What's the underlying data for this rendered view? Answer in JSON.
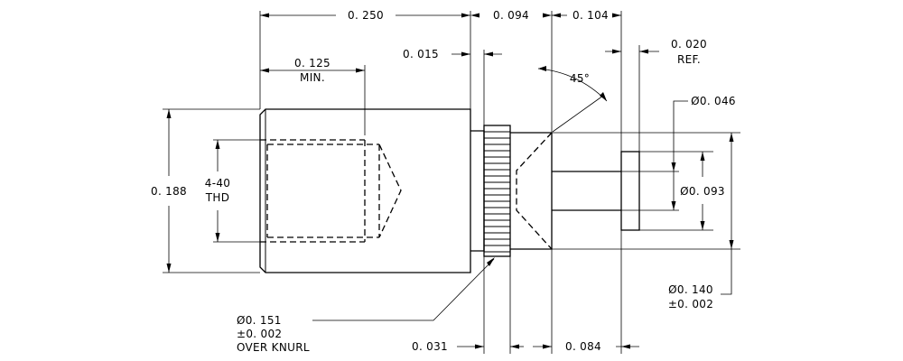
{
  "dimensions": {
    "overall_body_length": "0. 250",
    "knurl_length": "0. 094",
    "stem_length": "0. 104",
    "head_thickness": "0. 020",
    "head_thickness_note": "REF.",
    "thread_depth": "0. 125",
    "thread_depth_note": "MIN.",
    "shoulder_gap": "0. 015",
    "chamfer_angle": "45°",
    "stem_diameter": "Ø0. 046",
    "body_diameter": "0. 188",
    "thread_spec_line1": "4-40",
    "thread_spec_line2": "THD",
    "head_diameter": "Ø0. 093",
    "collar_diameter_line1": "Ø0. 140",
    "collar_diameter_line2": "±0. 002",
    "knurl_diameter_line1": "Ø0. 151",
    "knurl_diameter_line2": "±0. 002",
    "knurl_diameter_line3": "OVER KNURL",
    "groove_width": "0. 031",
    "collar_length": "0. 084"
  }
}
